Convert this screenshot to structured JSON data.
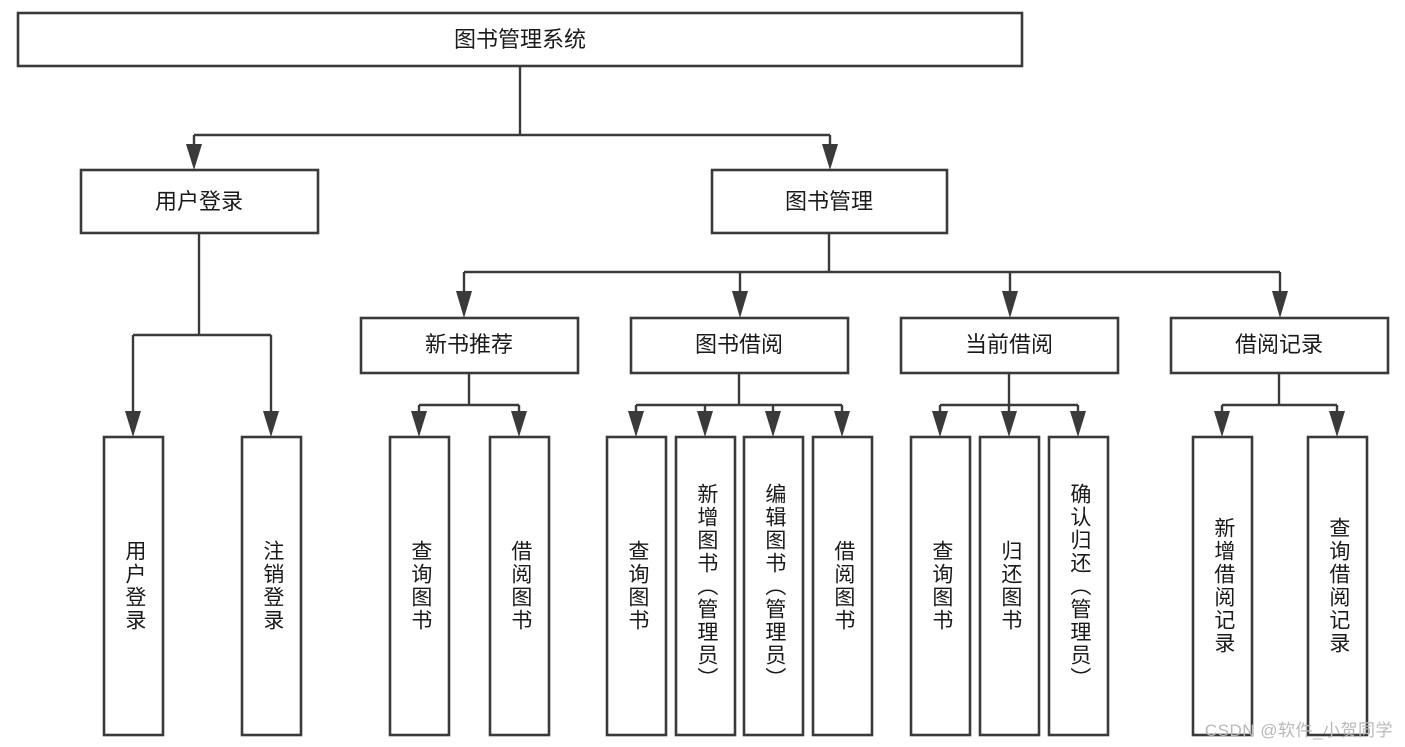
{
  "diagram": {
    "title": "图书管理系统",
    "type": "tree-hierarchy-chart",
    "colors": {
      "box_stroke": "#3a3a3a",
      "box_fill": "#ffffff",
      "connector": "#3a3a3a",
      "text": "#1a1a1a",
      "watermark": "#b9b9b9",
      "background": "#ffffff"
    },
    "root": {
      "label": "图书管理系统"
    },
    "level2": [
      {
        "label": "用户登录"
      },
      {
        "label": "图书管理"
      }
    ],
    "level3": [
      {
        "label": "新书推荐"
      },
      {
        "label": "图书借阅"
      },
      {
        "label": "当前借阅"
      },
      {
        "label": "借阅记录"
      }
    ],
    "leaves": {
      "user_login": [
        {
          "label": "用户登录"
        },
        {
          "label": "注销登录"
        }
      ],
      "new_book_recommend": [
        {
          "label": "查询图书"
        },
        {
          "label": "借阅图书"
        }
      ],
      "book_borrow": [
        {
          "label": "查询图书"
        },
        {
          "label": "新增图书（管理员）"
        },
        {
          "label": "编辑图书（管理员）"
        },
        {
          "label": "借阅图书"
        }
      ],
      "current_borrow": [
        {
          "label": "查询图书"
        },
        {
          "label": "归还图书"
        },
        {
          "label": "确认归还（管理员）"
        }
      ],
      "borrow_record": [
        {
          "label": "新增借阅记录"
        },
        {
          "label": "查询借阅记录"
        }
      ]
    }
  },
  "watermark": {
    "text": "CSDN @软件_小贺同学"
  }
}
